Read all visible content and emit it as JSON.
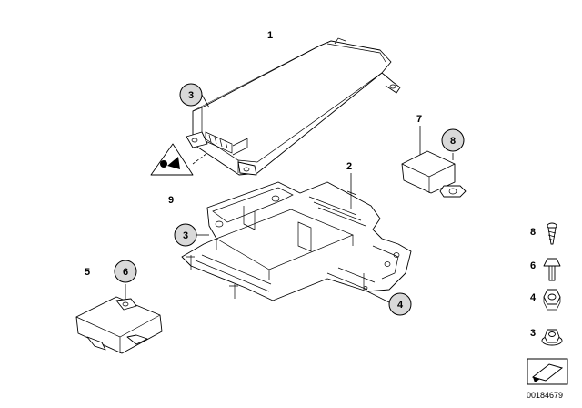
{
  "callouts": {
    "c1": "1",
    "c3_top": "3",
    "c7": "7",
    "c8": "8",
    "c2": "2",
    "c9": "9",
    "c3_mid": "3",
    "c5": "5",
    "c6": "6",
    "c4": "4"
  },
  "legend": [
    {
      "number": "8",
      "icon": "screw-icon"
    },
    {
      "number": "6",
      "icon": "expanding-rivet-icon"
    },
    {
      "number": "4",
      "icon": "hex-nut-icon"
    },
    {
      "number": "3",
      "icon": "flange-nut-icon"
    }
  ],
  "warning_symbol": "airbag-warning-icon",
  "doc_number": "00184679",
  "colors": {
    "callout_fill": "#d9d9d9",
    "line": "#000000"
  }
}
